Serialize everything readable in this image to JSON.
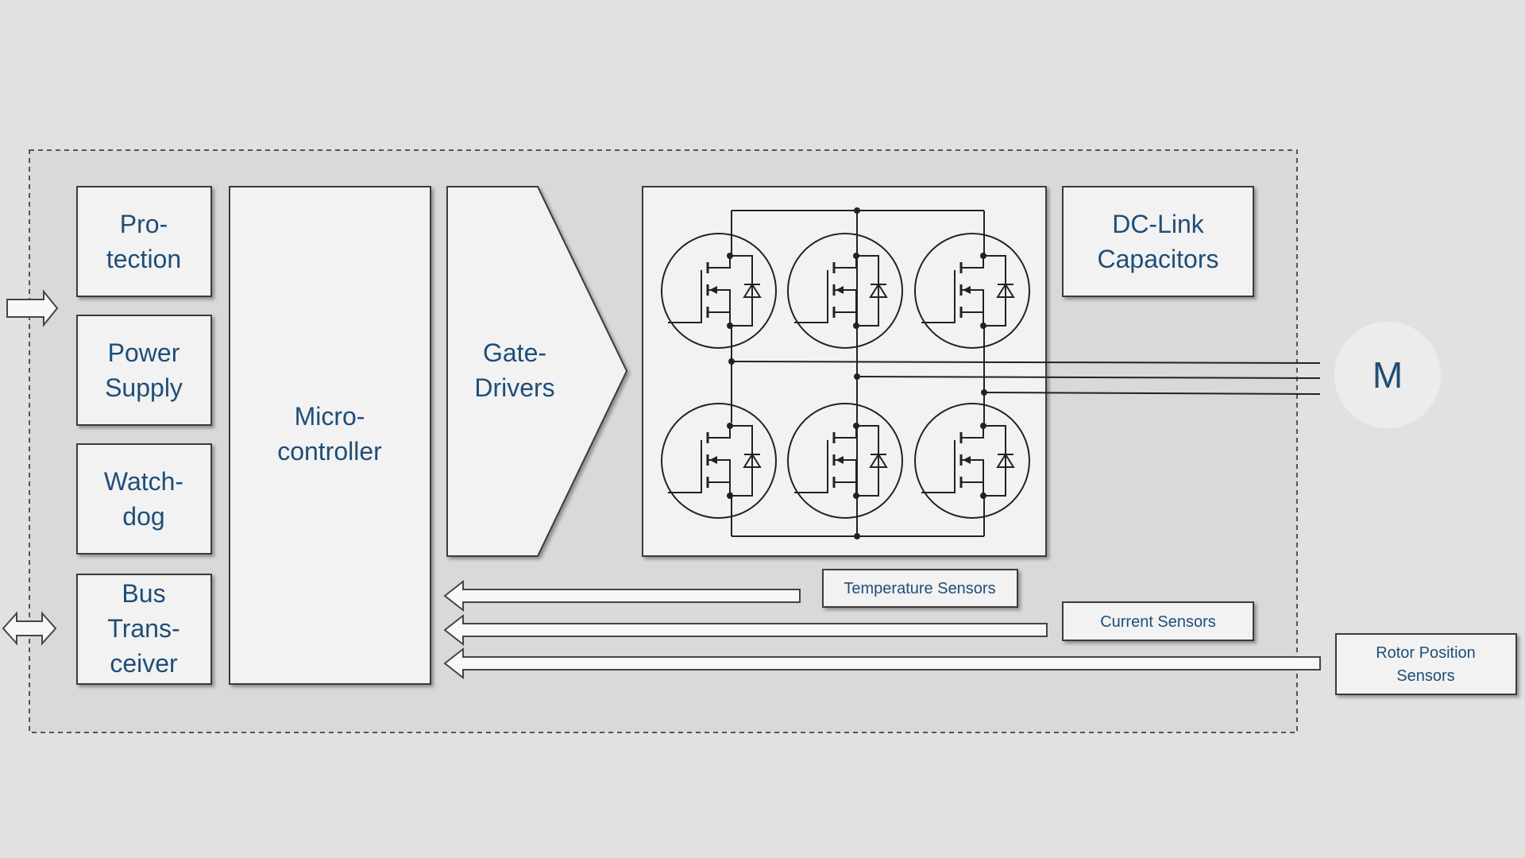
{
  "blocks": {
    "protection": [
      "Pro-",
      "tection"
    ],
    "power_supply": [
      "Power",
      "Supply"
    ],
    "watchdog": [
      "Watch-",
      "dog"
    ],
    "bus_transceiver": [
      "Bus",
      "Trans-",
      "ceiver"
    ],
    "microcontroller": [
      "Micro-",
      "controller"
    ],
    "gate_drivers": [
      "Gate-",
      "Drivers"
    ],
    "dc_link": [
      "DC-Link",
      "Capacitors"
    ],
    "motor": "M"
  },
  "sensors": {
    "temperature": "Temperature Sensors",
    "current": "Current Sensors",
    "rotor_position": [
      "Rotor Position",
      "Sensors"
    ]
  },
  "icons": {
    "input_arrow": "arrow-right-icon",
    "bidirectional_arrow": "arrow-left-right-icon",
    "transistor": "mosfet-icon"
  },
  "colors": {
    "background": "#e1e1e1",
    "box_fill": "#f2f2f2",
    "text": "#1f4e79",
    "line": "#222222"
  }
}
